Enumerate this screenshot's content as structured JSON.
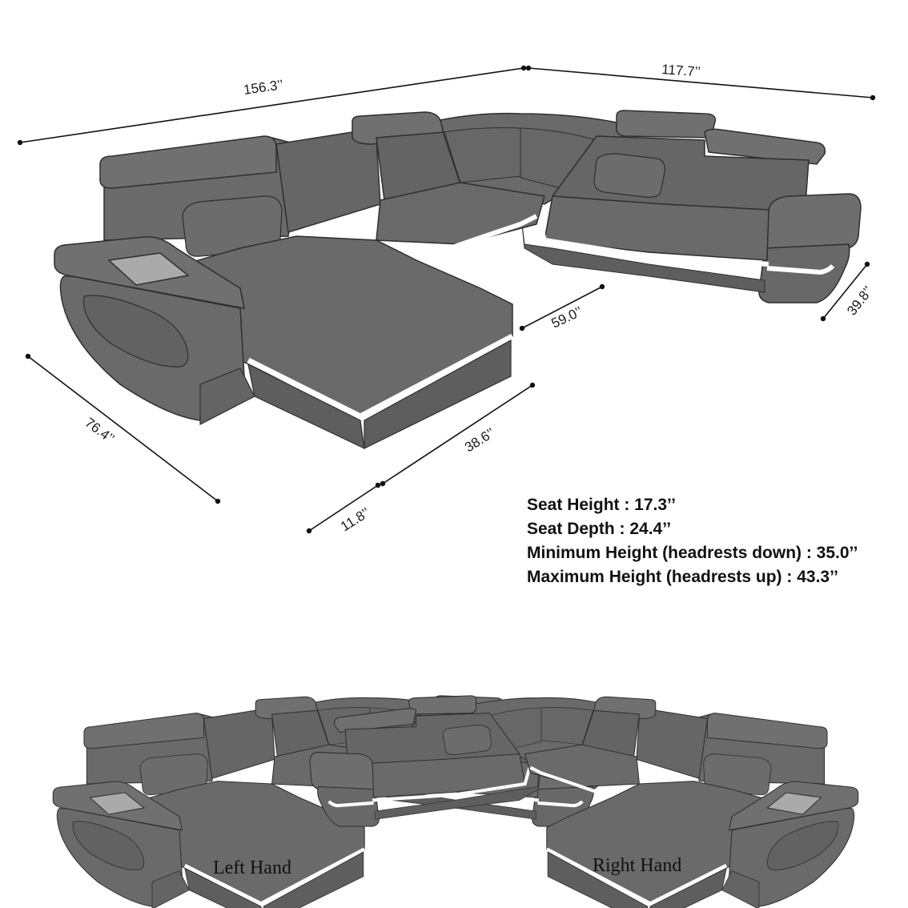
{
  "dimensions": {
    "total_width": "156.3’’",
    "right_width": "117.7’’",
    "chaise_length": "76.4’’",
    "inner_depth": "59.0’’",
    "chaise_width": "38.6’’",
    "footrest": "11.8’’",
    "arm_depth": "39.8’’"
  },
  "specs": {
    "seat_height": "Seat Height  : 17.3’’",
    "seat_depth": "Seat Depth : 24.4’’",
    "min_height": "Minimum Height (headrests down) : 35.0’’",
    "max_height": "Maximum Height (headrests up) : 43.3’’"
  },
  "variants": {
    "left": "Left Hand",
    "right": "Right Hand"
  },
  "colors": {
    "upholstery": "#666666",
    "upholstery_light": "#7a7a7a",
    "led": "#ffffff",
    "outline": "#2e2e2e",
    "glass_panel": "#aaaaaa"
  }
}
